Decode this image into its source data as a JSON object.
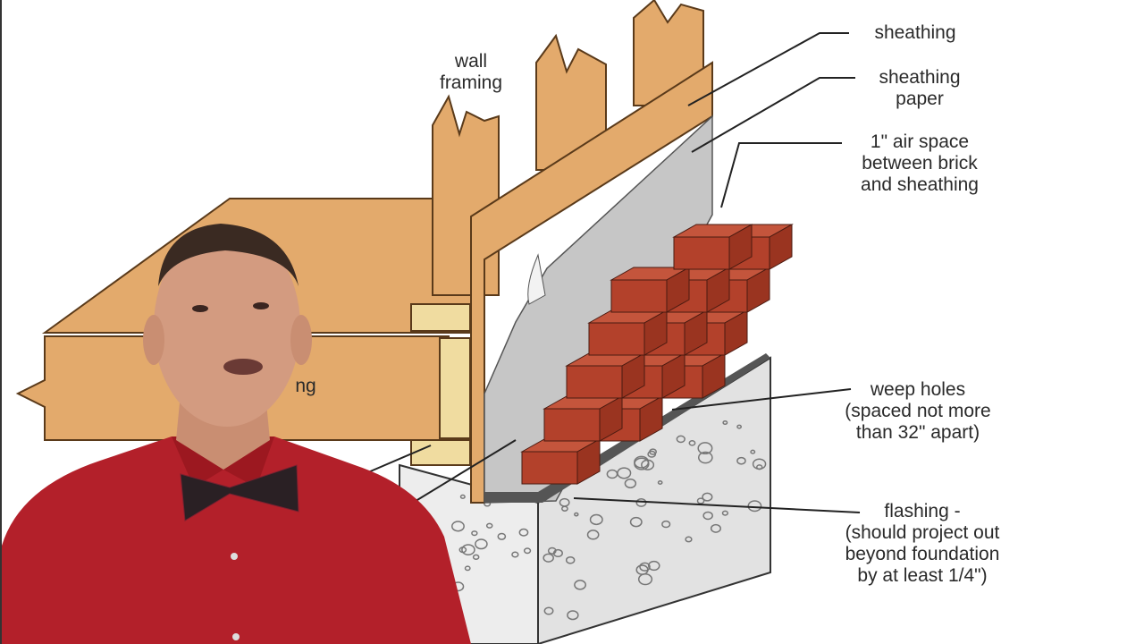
{
  "labels": {
    "wall_framing": [
      "wall",
      "framing"
    ],
    "sheathing": [
      "sheathing"
    ],
    "sheathing_paper": [
      "sheathing",
      "paper"
    ],
    "air_space": [
      "1\" air space",
      "between brick",
      "and sheathing"
    ],
    "weep_holes": [
      "weep holes",
      "(spaced not more",
      "than 32\" apart)"
    ],
    "flashing": [
      "flashing -",
      "(should project out",
      "beyond foundation",
      "by at least 1/4\")"
    ],
    "obscured_label_fragment": "ng"
  },
  "colors": {
    "wood": "#e3aa6c",
    "paper": "#c4c4c4",
    "brick": "#b3412b",
    "foundation": "#ececec",
    "shirt": "#b3202a"
  }
}
